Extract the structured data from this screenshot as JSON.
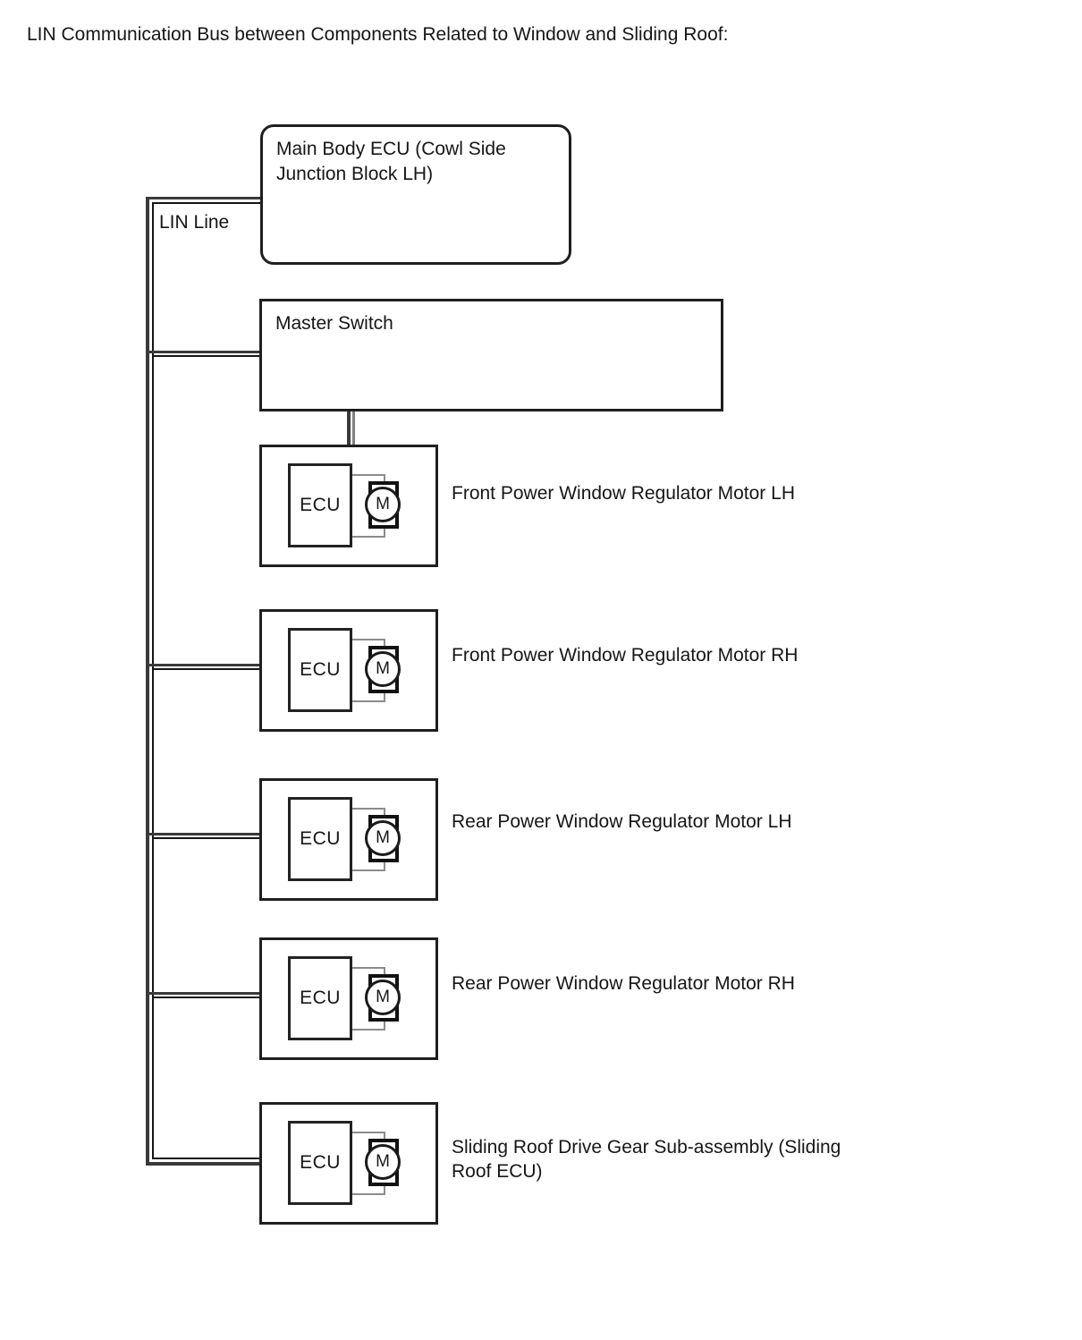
{
  "title": "LIN Communication Bus between Components Related to Window and Sliding Roof:",
  "bus": {
    "label": "LIN Line"
  },
  "nodes": {
    "main_body_ecu": {
      "label": "Main Body ECU (Cowl Side Junction Block LH)"
    },
    "master_switch": {
      "label": "Master Switch"
    }
  },
  "components": [
    {
      "label": "Front Power Window Regulator Motor LH",
      "ecu_label": "ECU",
      "motor_label": "M"
    },
    {
      "label": "Front Power Window Regulator Motor RH",
      "ecu_label": "ECU",
      "motor_label": "M"
    },
    {
      "label": "Rear Power Window Regulator Motor LH",
      "ecu_label": "ECU",
      "motor_label": "M"
    },
    {
      "label": "Rear Power Window Regulator Motor RH",
      "ecu_label": "ECU",
      "motor_label": "M"
    },
    {
      "label": "Sliding Roof Drive Gear Sub-assembly (Sliding Roof ECU)",
      "ecu_label": "ECU",
      "motor_label": "M"
    }
  ],
  "colors": {
    "background": "#ffffff",
    "line_thick": "#3a3a3a",
    "line_thin": "#151515",
    "wire_gray": "#8c8c8c",
    "box_border": "#1f1f1f",
    "text": "#161616"
  }
}
